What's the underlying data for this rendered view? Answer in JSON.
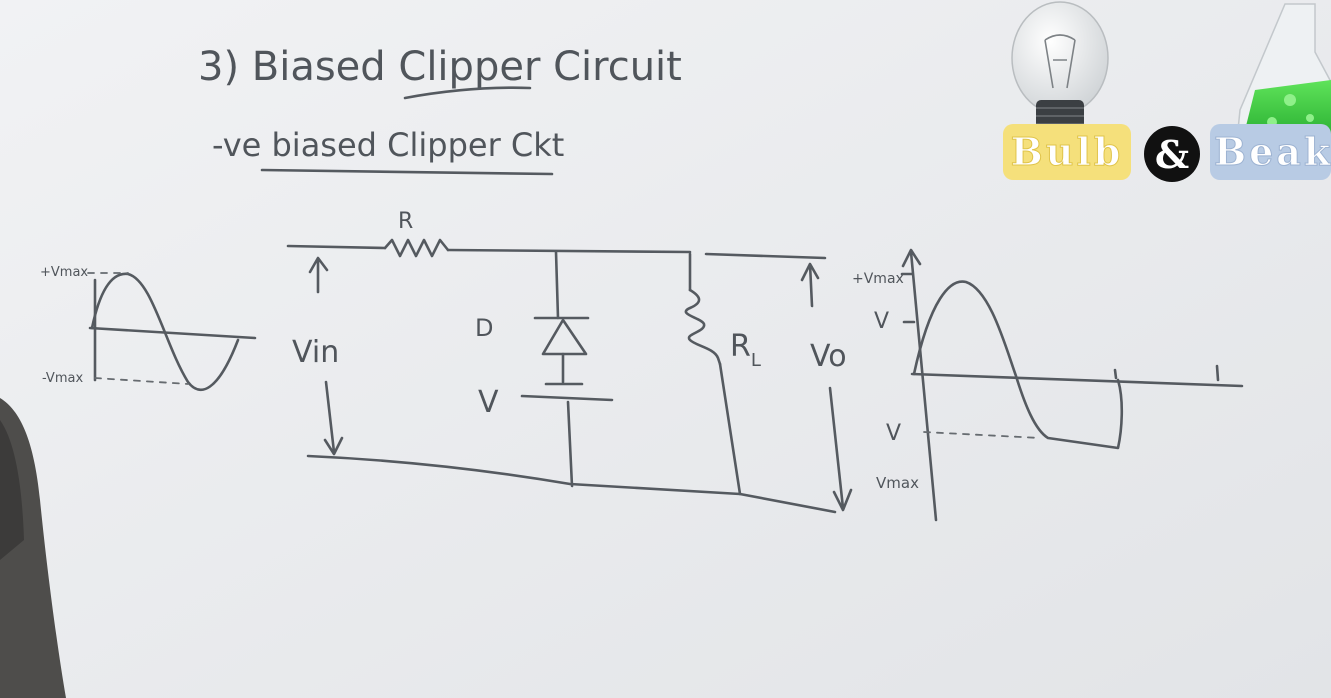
{
  "board": {
    "title": "3) Biased Clipper Circuit",
    "subtitle": "-ve biased Clipper Ckt"
  },
  "input_wave": {
    "pos_label": "+Vmax",
    "neg_label": "-Vmax"
  },
  "circuit": {
    "resistor_label": "R",
    "diode_label": "D",
    "battery_label": "V",
    "load_label": "R",
    "load_subscript": "L",
    "input_label": "Vin",
    "output_label": "Vo"
  },
  "output_wave": {
    "top_label": "+Vmax",
    "v_pos_label": "V",
    "v_neg_label": "V",
    "bottom_label": "Vmax"
  },
  "logo": {
    "word1": "Bulb",
    "amp": "&",
    "word2": "Beak"
  }
}
